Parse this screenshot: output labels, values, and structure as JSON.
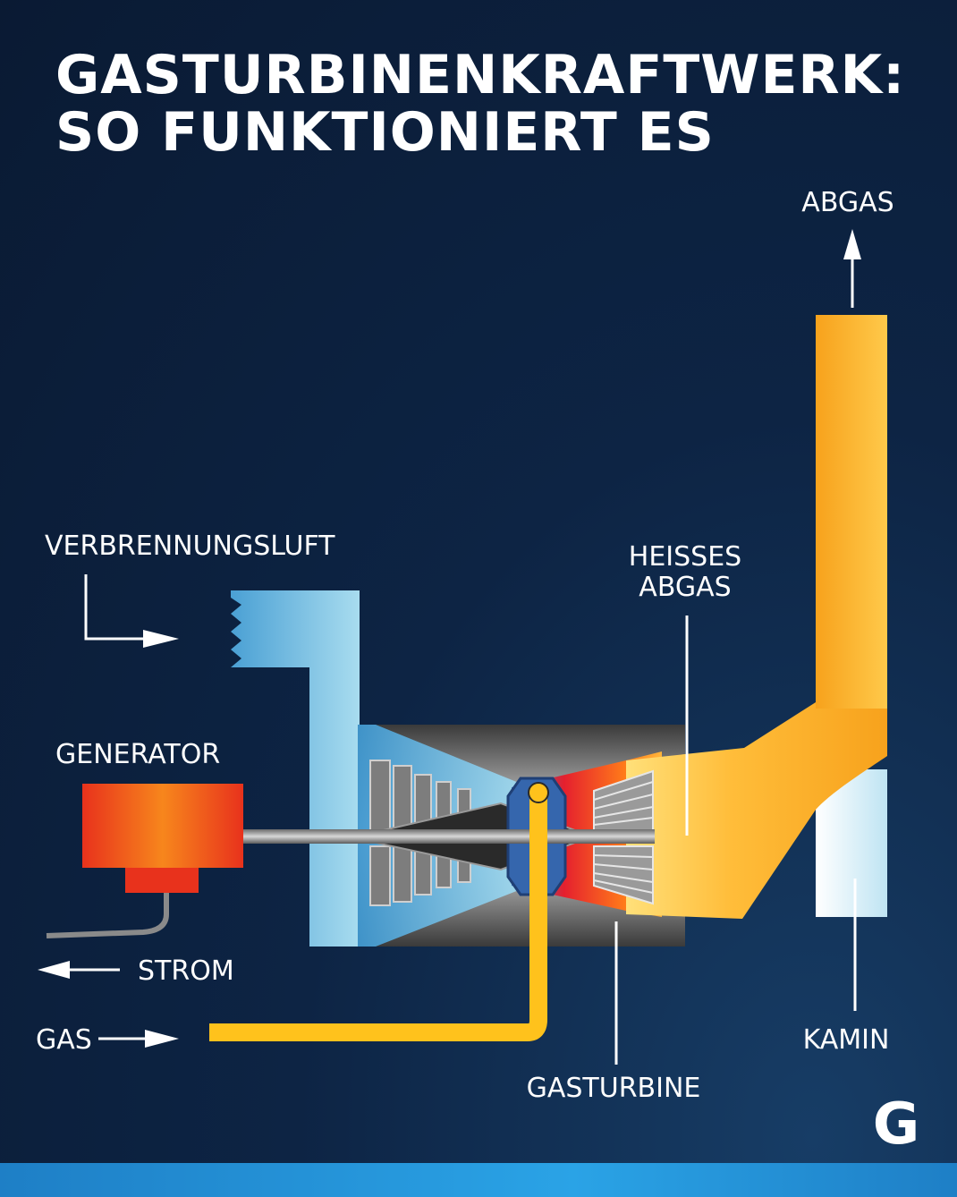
{
  "title": {
    "line1": "GASTURBINENKRAFTWERK:",
    "line2": "SO FUNKTIONIERT ES"
  },
  "labels": {
    "abgas": "ABGAS",
    "verbrennungsluft": "VERBRENNUNGSLUFT",
    "heisses_line1": "HEISSES",
    "heisses_line2": "ABGAS",
    "generator": "GENERATOR",
    "strom": "STROM",
    "gas": "GAS",
    "gasturbine": "GASTURBINE",
    "kamin": "KAMIN"
  },
  "logo": {
    "letter": "G"
  },
  "colors": {
    "background": "#0a1a33",
    "air": "#7cc6e6",
    "exhaust": "#ffbe3a",
    "gas_line": "#ffc21c",
    "generator": "#e63a1e",
    "combustion": "#e5202e",
    "accent_bar": "#2aa3e6"
  }
}
